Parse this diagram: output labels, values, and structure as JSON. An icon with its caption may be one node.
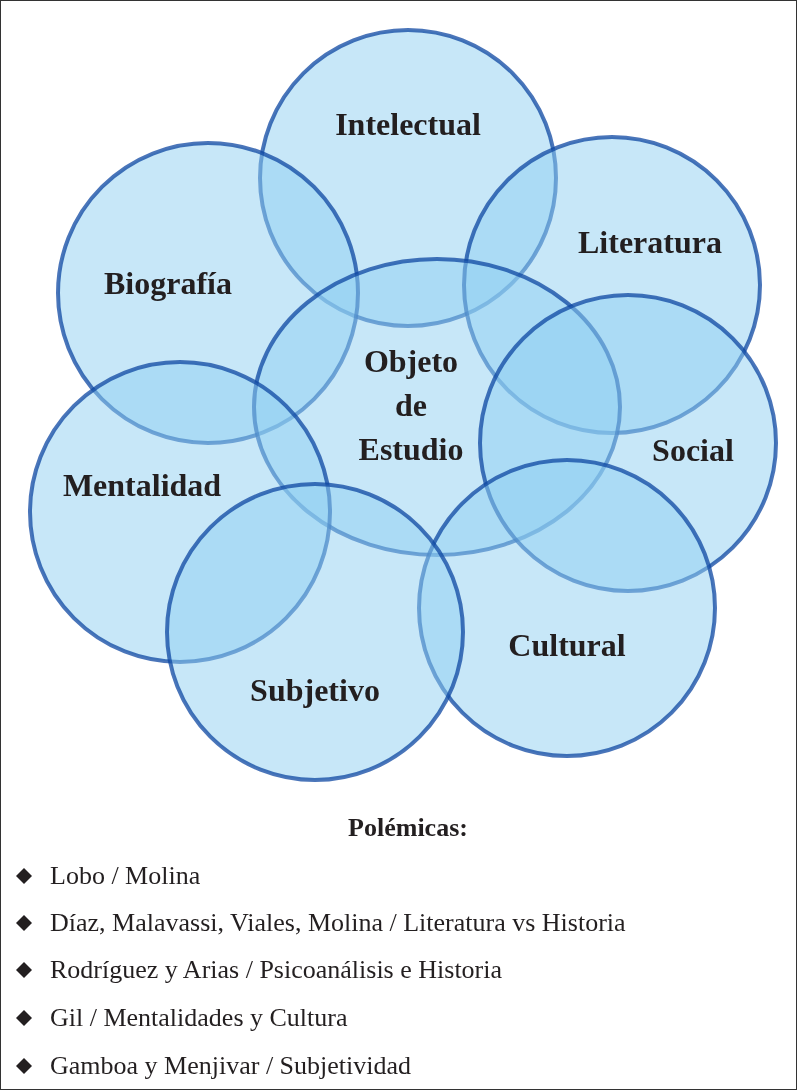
{
  "diagram": {
    "nodes": [
      {
        "text": [
          "Intelectual"
        ]
      },
      {
        "text": [
          "Literatura"
        ]
      },
      {
        "text": [
          "Biografía"
        ]
      },
      {
        "text": [
          "Objeto de Estudio"
        ]
      },
      {
        "text": [
          "Social"
        ]
      },
      {
        "text": [
          "Mentalidad"
        ]
      },
      {
        "text": [
          "Cultural"
        ]
      },
      {
        "text": [
          "Subjetivo"
        ]
      }
    ],
    "edges": [],
    "labels": [
      "Polémicas:",
      "Lobo / Molina",
      "Díaz, Malavassi, Viales, Molina / Literatura vs Historia",
      "Rodríguez y Arias / Psicoanálisis e Historia",
      "Gil / Mentalidades y Cultura",
      "Gamboa y Menjivar / Subjetividad"
    ]
  }
}
